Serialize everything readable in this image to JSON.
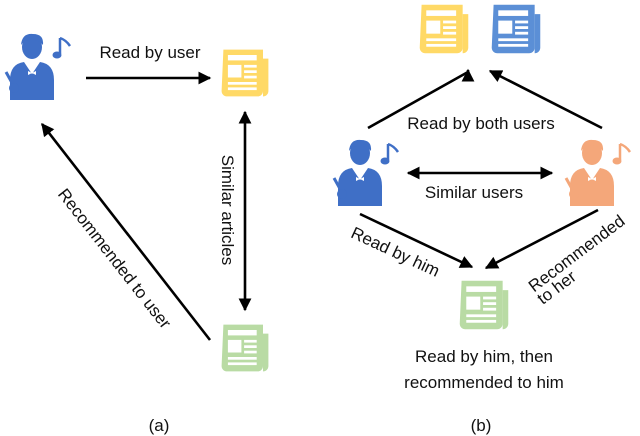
{
  "panel_a": {
    "caption": "(a)",
    "edges": {
      "read_by_user": "Read by user",
      "similar_articles": "Similar articles",
      "recommended_to_user": "Recommended to user"
    },
    "icons": [
      "conductor-icon",
      "newspaper-icon",
      "newspaper-icon"
    ]
  },
  "panel_b": {
    "caption": "(b)",
    "edges": {
      "read_by_both": "Read by both users",
      "similar_users": "Similar users",
      "read_by_him": "Read by him",
      "recommended_to_her_1": "Recommended",
      "recommended_to_her_2": "to her",
      "read_then_recommended_1": "Read by him, then",
      "read_then_recommended_2": "recommended to him"
    },
    "icons": [
      "newspaper-icon",
      "newspaper-icon",
      "conductor-icon",
      "conductor-icon",
      "newspaper-icon"
    ]
  },
  "colors": {
    "user_blue": "#3f6fc6",
    "user_orange": "#f4a77a",
    "paper_yellow": "#ffd966",
    "paper_blue": "#5b8fd6",
    "paper_green": "#b9dba4",
    "arrow": "#000000"
  }
}
